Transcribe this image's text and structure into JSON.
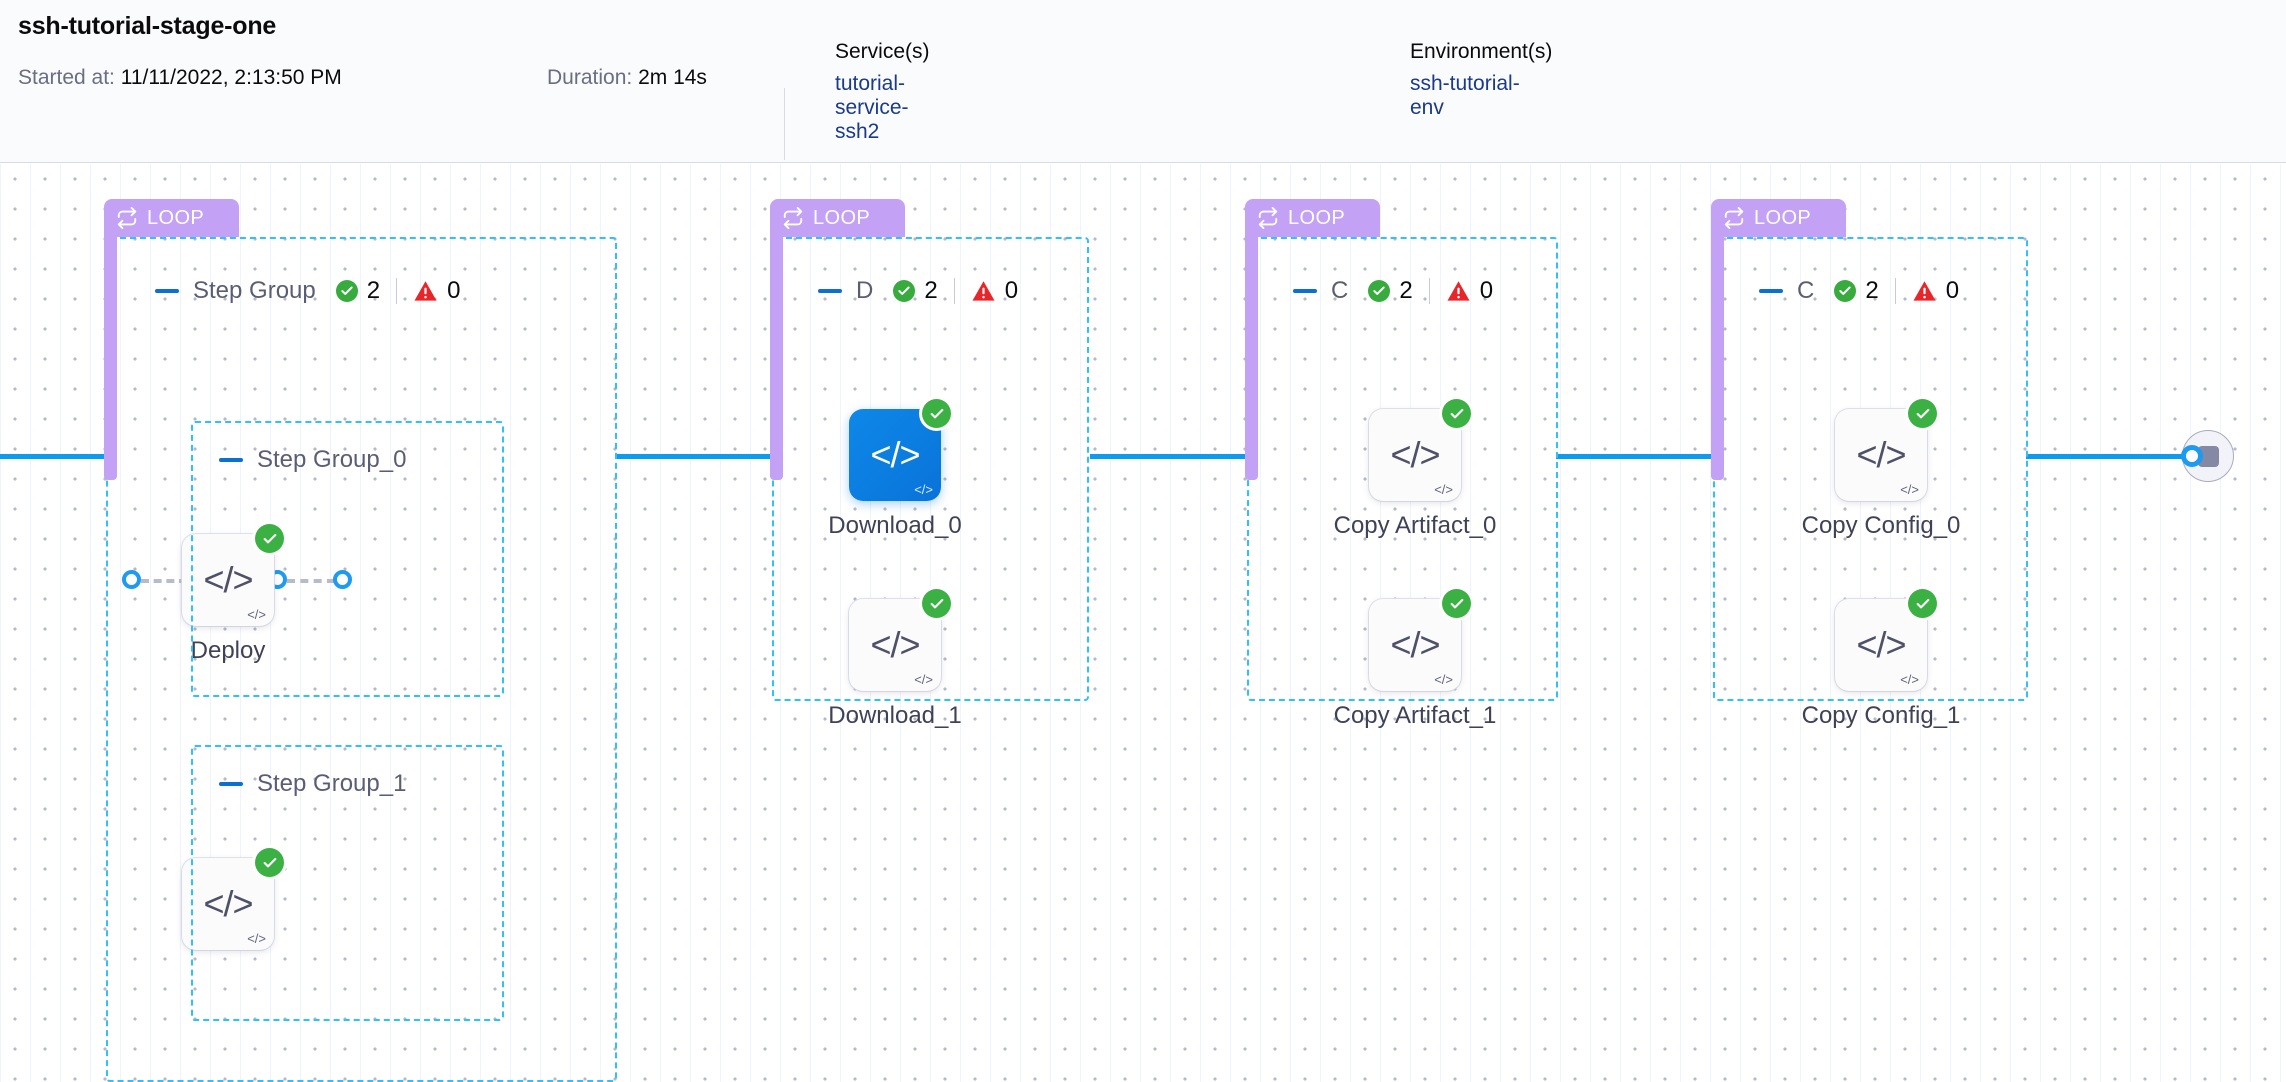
{
  "header": {
    "title": "ssh-tutorial-stage-one",
    "started_label": "Started at:",
    "started_value": "11/11/2022, 2:13:50 PM",
    "duration_label": "Duration:",
    "duration_value": "2m 14s",
    "service_label": "Service(s)",
    "service_value": "tutorial-service-ssh2",
    "environment_label": "Environment(s)",
    "environment_value": "ssh-tutorial-env"
  },
  "colors": {
    "loop_badge": "#c3a2f5",
    "group_border": "#2ec2f7",
    "connector": "#0b9bef",
    "success": "#3bb143",
    "warning": "#e8262a",
    "selected_node": "#0b7de0",
    "link_text": "#1b3a8a"
  },
  "groups": [
    {
      "loop_label": "LOOP",
      "name": "Step Group",
      "success_count": "2",
      "warning_count": "0",
      "subgroups": [
        {
          "name": "Step Group_0",
          "node": {
            "label": "Deploy",
            "status": "success",
            "icon": "code-icon",
            "selected": false
          }
        },
        {
          "name": "Step Group_1",
          "node": {
            "label": "",
            "status": "success",
            "icon": "code-icon",
            "selected": false
          }
        }
      ],
      "nodes": []
    },
    {
      "loop_label": "LOOP",
      "name": "D",
      "success_count": "2",
      "warning_count": "0",
      "subgroups": [],
      "nodes": [
        {
          "label": "Download_0",
          "status": "success",
          "icon": "code-icon",
          "selected": true
        },
        {
          "label": "Download_1",
          "status": "success",
          "icon": "code-icon",
          "selected": false
        }
      ]
    },
    {
      "loop_label": "LOOP",
      "name": "C",
      "success_count": "2",
      "warning_count": "0",
      "subgroups": [],
      "nodes": [
        {
          "label": "Copy Artifact_0",
          "status": "success",
          "icon": "code-icon",
          "selected": false
        },
        {
          "label": "Copy Artifact_1",
          "status": "success",
          "icon": "code-icon",
          "selected": false
        }
      ]
    },
    {
      "loop_label": "LOOP",
      "name": "C",
      "success_count": "2",
      "warning_count": "0",
      "subgroups": [],
      "nodes": [
        {
          "label": "Copy Config_0",
          "status": "success",
          "icon": "code-icon",
          "selected": false
        },
        {
          "label": "Copy Config_1",
          "status": "success",
          "icon": "code-icon",
          "selected": false
        }
      ]
    }
  ],
  "end_node": {
    "icon": "stop-square-icon"
  }
}
